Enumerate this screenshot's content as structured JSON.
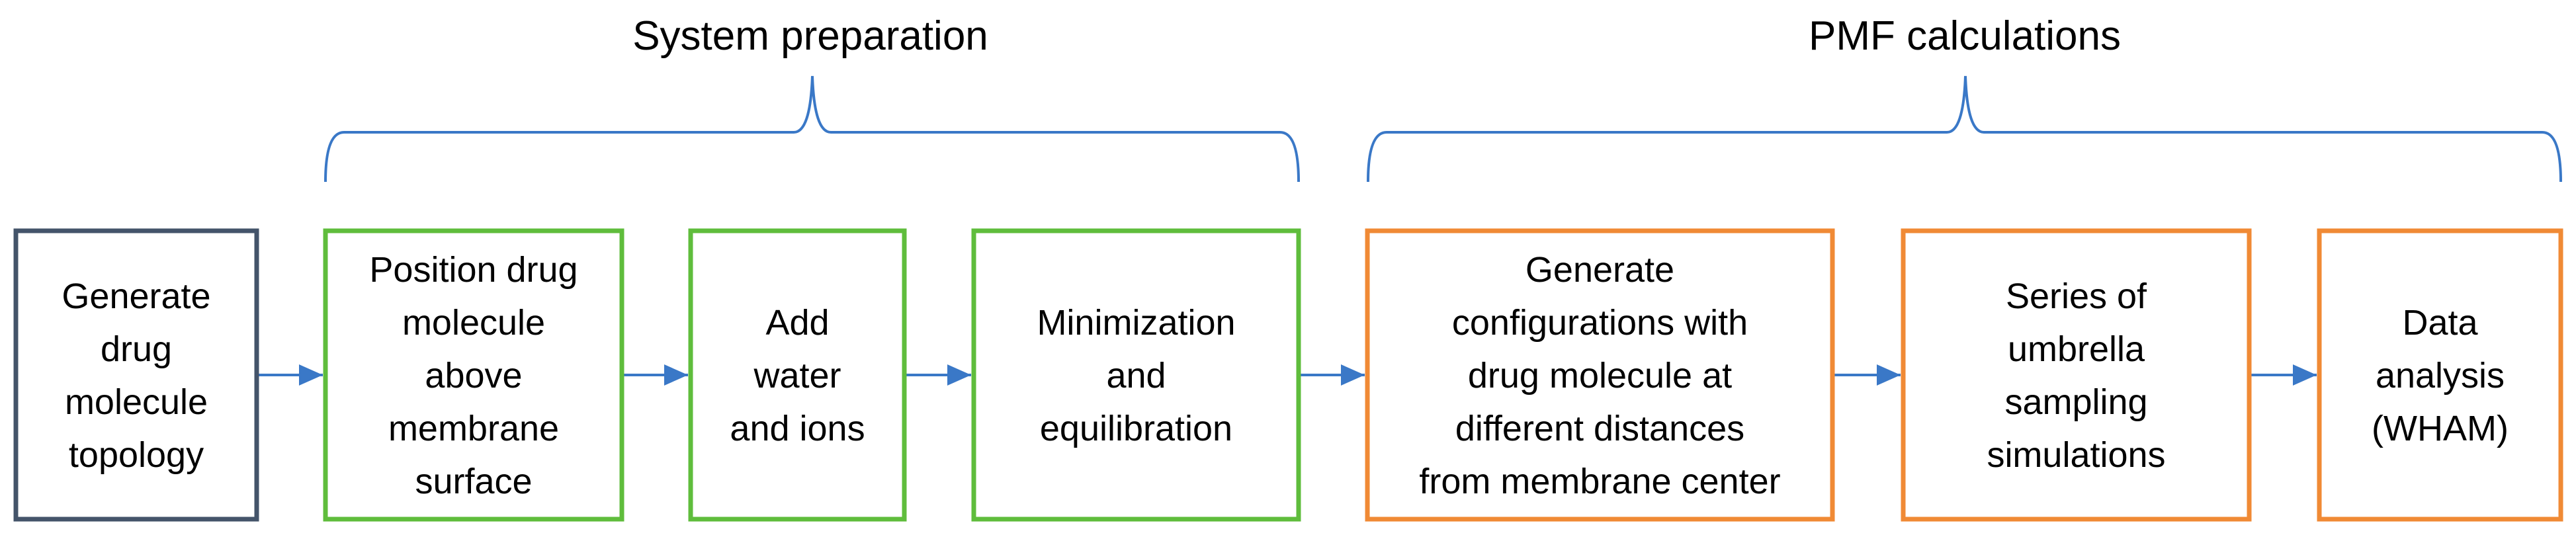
{
  "colors": {
    "topology_border": "#44546a",
    "system_border": "#5fbd3c",
    "pmf_border": "#f08a35",
    "arrow": "#3a78c7",
    "brace": "#3a78c7",
    "text": "#000000"
  },
  "groups": {
    "system": {
      "title": "System preparation"
    },
    "pmf": {
      "title": "PMF calculations"
    }
  },
  "boxes": [
    {
      "id": "generate-topology",
      "lines": [
        "Generate",
        "drug",
        "molecule",
        "topology"
      ]
    },
    {
      "id": "position-drug",
      "lines": [
        "Position drug",
        "molecule",
        "above",
        "membrane",
        "surface"
      ]
    },
    {
      "id": "add-water",
      "lines": [
        "Add",
        "water",
        "and ions"
      ]
    },
    {
      "id": "minimization",
      "lines": [
        "Minimization",
        "and",
        "equilibration"
      ]
    },
    {
      "id": "generate-configurations",
      "lines": [
        "Generate",
        "configurations with",
        "drug molecule at",
        "different distances",
        "from membrane center"
      ]
    },
    {
      "id": "umbrella-sampling",
      "lines": [
        "Series of",
        "umbrella",
        "sampling",
        "simulations"
      ]
    },
    {
      "id": "data-analysis",
      "lines": [
        "Data",
        "analysis",
        "(WHAM)"
      ]
    }
  ]
}
